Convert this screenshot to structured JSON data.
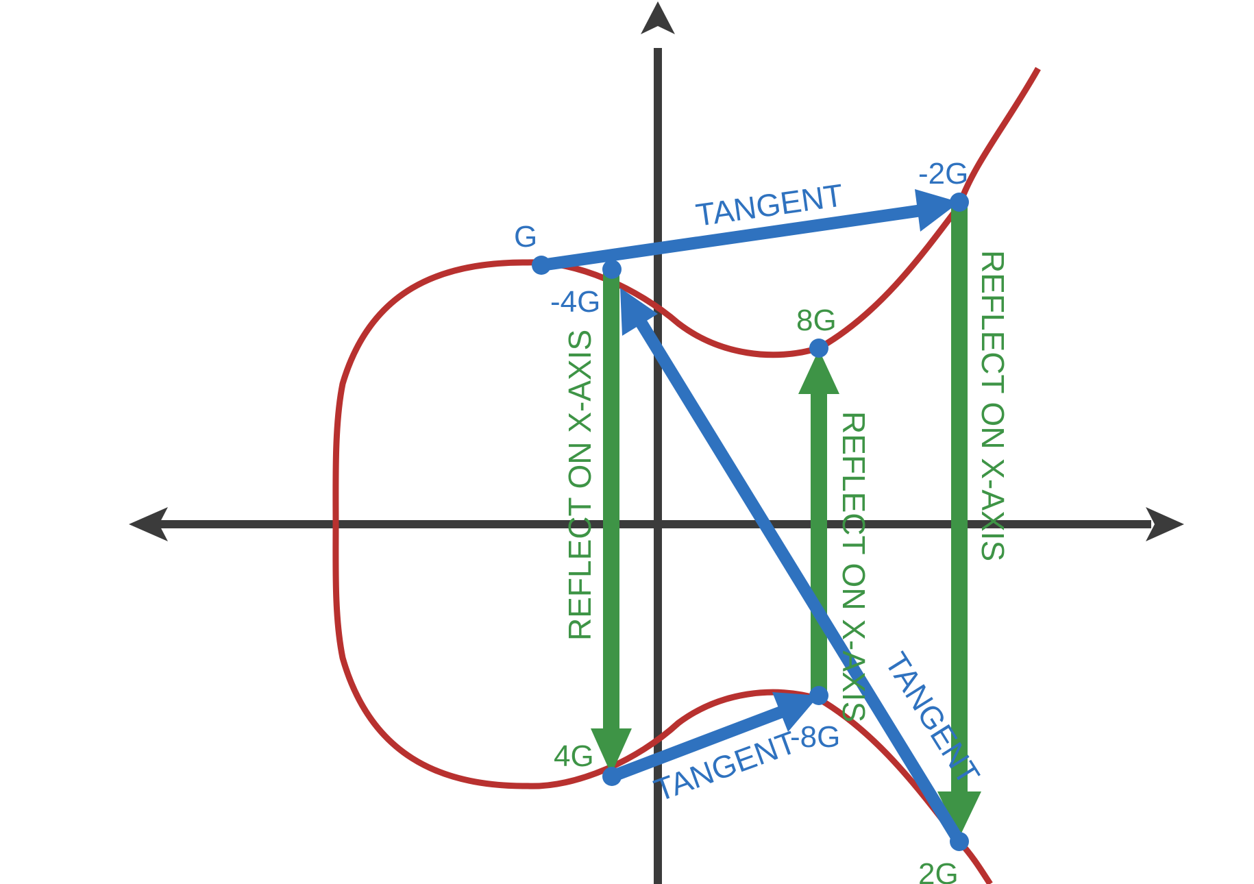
{
  "colors": {
    "axis": "#3b3b3b",
    "curve": "#b8312f",
    "tangent": "#2f72bf",
    "reflect": "#3e9446",
    "background": "#ffffff"
  },
  "points": {
    "g": "G",
    "minus_2g": "-2G",
    "minus_4g": "-4G",
    "eight_g": "8G",
    "four_g": "4G",
    "minus_8g": "-8G",
    "two_g": "2G"
  },
  "arrows": {
    "tangent_top": "TANGENT",
    "tangent_bottom": "TANGENT",
    "tangent_diagonal": "TANGENT",
    "reflect_left": "REFLECT ON X-AXIS",
    "reflect_middle": "REFLECT ON X-AXIS",
    "reflect_right": "REFLECT ON X-AXIS"
  }
}
